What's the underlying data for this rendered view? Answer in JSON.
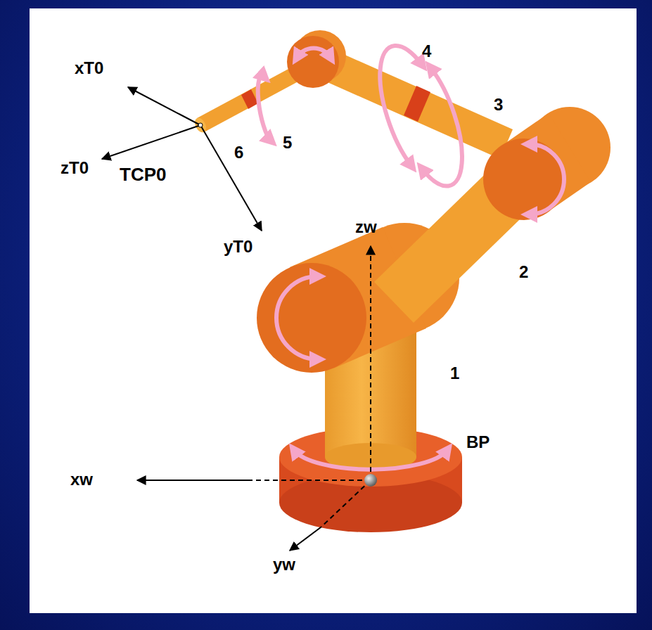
{
  "diagram": {
    "labels": [
      "xT0",
      "zT0",
      "TCP0",
      "yT0",
      "zw",
      "xw",
      "yw",
      "BP",
      "1",
      "2",
      "3",
      "4",
      "5",
      "6"
    ]
  }
}
